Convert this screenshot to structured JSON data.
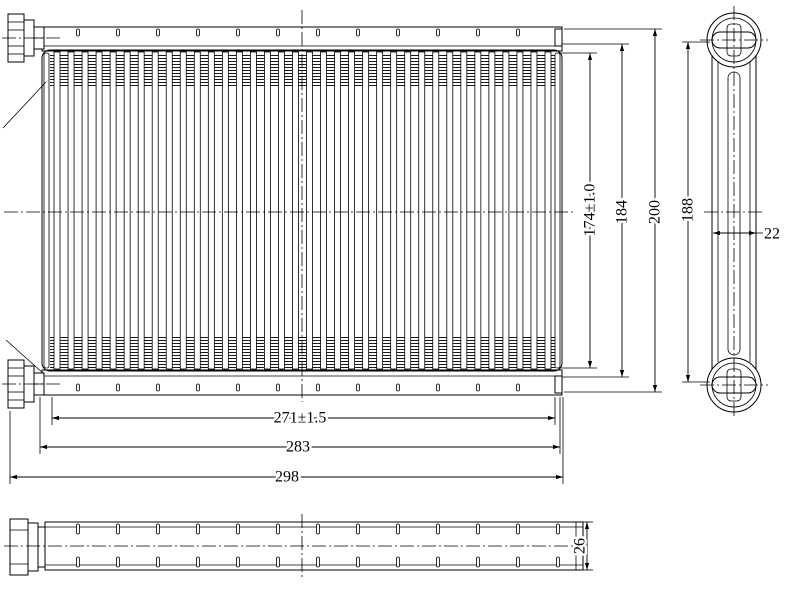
{
  "colors": {
    "line": "#000000",
    "background": "#ffffff"
  },
  "dimensions": {
    "core_height": "174±1.0",
    "tube_height": "184",
    "overall_height": "200",
    "side_height": "188",
    "thickness": "22",
    "core_width": "271±1.5",
    "tank_width": "283",
    "overall_width": "298",
    "depth": "26"
  }
}
